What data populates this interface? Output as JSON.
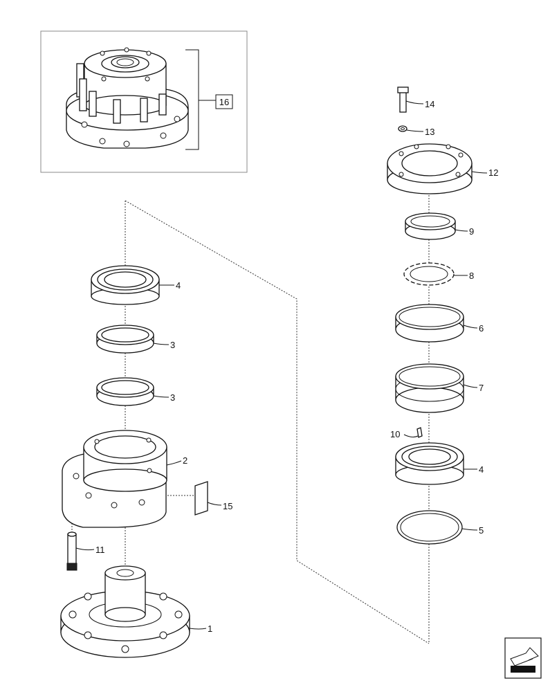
{
  "diagram": {
    "callouts": {
      "c1": "1",
      "c2": "2",
      "c3a": "3",
      "c3b": "3",
      "c4a": "4",
      "c4b": "4",
      "c5": "5",
      "c6": "6",
      "c7": "7",
      "c8": "8",
      "c9": "9",
      "c10": "10",
      "c11": "11",
      "c12": "12",
      "c13": "13",
      "c14": "14",
      "c15": "15",
      "c16": "16"
    },
    "nav_icon": "page-navigation-arrow-icon"
  }
}
